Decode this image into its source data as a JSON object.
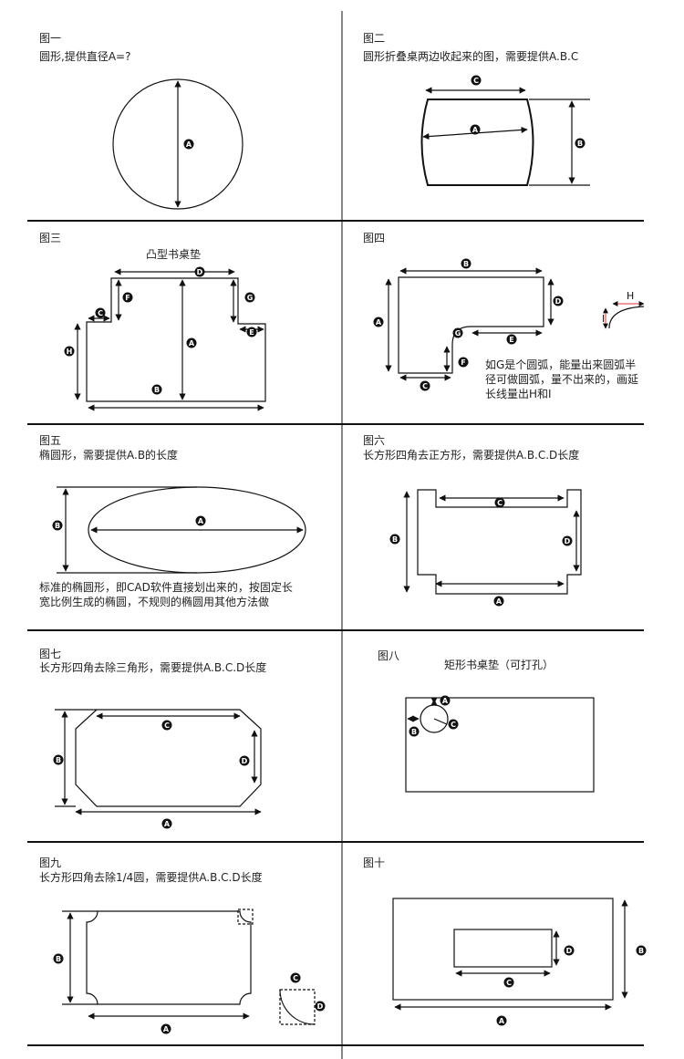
{
  "panels": [
    {
      "id": 1,
      "title": "图一",
      "desc": "圆形,提供直径A=?"
    },
    {
      "id": 2,
      "title": "图二",
      "desc": "圆形折叠桌两边收起来的图，需要提供A.B.C"
    },
    {
      "id": 3,
      "title": "图三",
      "desc": "凸型书桌垫"
    },
    {
      "id": 4,
      "title": "图四",
      "note": "如G是个圆弧，能量出来圆弧半径可做圆弧，量不出来的，画延长线量出H和I",
      "note_lines": [
        "如G是个圆弧，能量出来圆弧半",
        "径可做圆弧，量不出来的，画延",
        "长线量出H和I"
      ]
    },
    {
      "id": 5,
      "title": "图五",
      "desc": "椭圆形，需要提供A.B的长度",
      "note_lines": [
        "标准的椭圆形，即CAD软件直接划出来的，按固定长",
        "宽比例生成的椭圆，不规则的椭圆用其他方法做"
      ]
    },
    {
      "id": 6,
      "title": "图六",
      "desc": "长方形四角去正方形，需要提供A.B.C.D长度"
    },
    {
      "id": 7,
      "title": "图七",
      "desc": "长方形四角去除三角形，需要提供A.B.C.D长度"
    },
    {
      "id": 8,
      "title": "图八",
      "desc": "矩形书桌垫（可打孔）"
    },
    {
      "id": 9,
      "title": "图九",
      "desc": "长方形四角去除1/4圆，需要提供A.B.C.D长度"
    },
    {
      "id": 10,
      "title": "图十"
    }
  ],
  "labels": {
    "A": "A",
    "B": "B",
    "C": "C",
    "D": "D",
    "E": "E",
    "F": "F",
    "G": "G",
    "H": "H",
    "I": "I"
  },
  "colors": {
    "line": "#111111",
    "label_bg": "#111111",
    "label_fg": "#ffffff",
    "accent": "#e03030"
  }
}
